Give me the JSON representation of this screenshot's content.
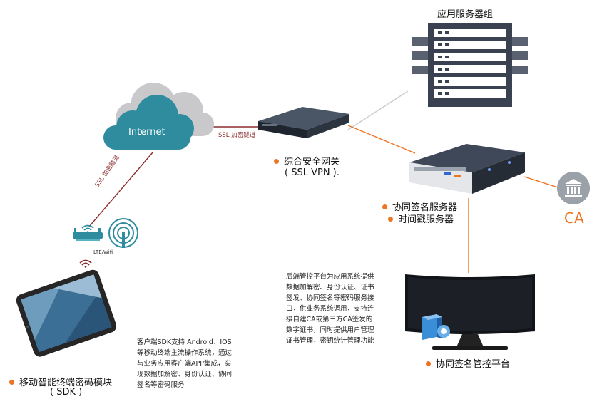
{
  "server_group": {
    "title": "应用服务器组"
  },
  "cloud": {
    "label": "Internet"
  },
  "tunnel_labels": {
    "horizontal": "SSL 加密隧道",
    "diagonal": "SSL 加密隧道"
  },
  "router": {
    "label": "LTE/Wifi"
  },
  "gateway": {
    "line1": "综合安全网关",
    "line2": "( SSL VPN )."
  },
  "sign_server": {
    "line1": "协同签名服务器",
    "line2": "时间戳服务器"
  },
  "ca": {
    "label": "CA"
  },
  "platform": {
    "label": "协同签名管控平台"
  },
  "mobile": {
    "line1": "移动智能终端密码模块",
    "line2": "( SDK )"
  },
  "client_desc": [
    "客户端SDK支持 Android、IOS",
    "等移动终端主流操作系统，通过",
    "与业务应用客户端APP集成，实",
    "现数据加解密、身份认证、协同",
    "签名等密码服务"
  ],
  "backend_desc": [
    "后端管控平台为应用系统提供",
    "数据加解密、身份认证、证书",
    "签发、协同签名等密码服务接",
    "口，供业务系统调用，支持连",
    "接自建CA或第三方CA签发的",
    "数字证书，同时提供用户管理",
    "证书管理，密钥统计管理功能"
  ],
  "colors": {
    "accent": "#ee7422",
    "tunnel": "#8b2b2b",
    "cloud_front": "#2e8c9e",
    "cloud_back": "#c9c9cc",
    "device": "#2f3a4a"
  }
}
